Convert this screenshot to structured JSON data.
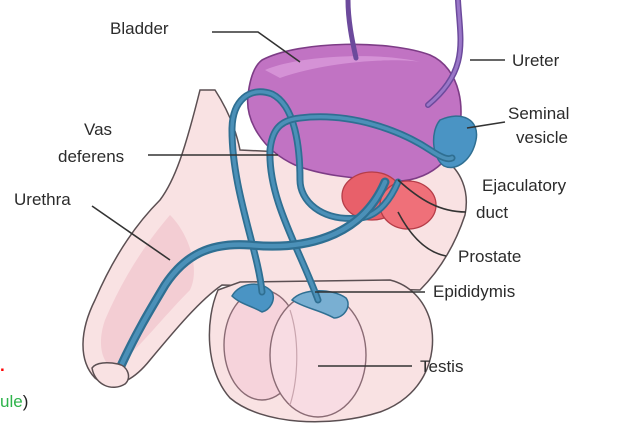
{
  "labels": {
    "bladder": "Bladder",
    "ureter": "Ureter",
    "seminal_vesicle_1": "Seminal",
    "seminal_vesicle_2": "vesicle",
    "vas_deferens_1": "Vas",
    "vas_deferens_2": "deferens",
    "ejaculatory_duct_1": "Ejaculatory",
    "ejaculatory_duct_2": "duct",
    "urethra": "Urethra",
    "prostate": "Prostate",
    "epididymis": "Epididymis",
    "testis": "Testis"
  },
  "edge_fragments": {
    "dot": ".",
    "ule_part": "ule",
    "paren": ")"
  },
  "colors": {
    "bladder": "#c173c3",
    "duct": "#2f6f92",
    "prostate": "#e8606a",
    "seminal_vesicle": "#4a94c4",
    "skin": "#f9e2e3",
    "fragment_red": "#ff0000",
    "fragment_green": "#2db34a"
  }
}
